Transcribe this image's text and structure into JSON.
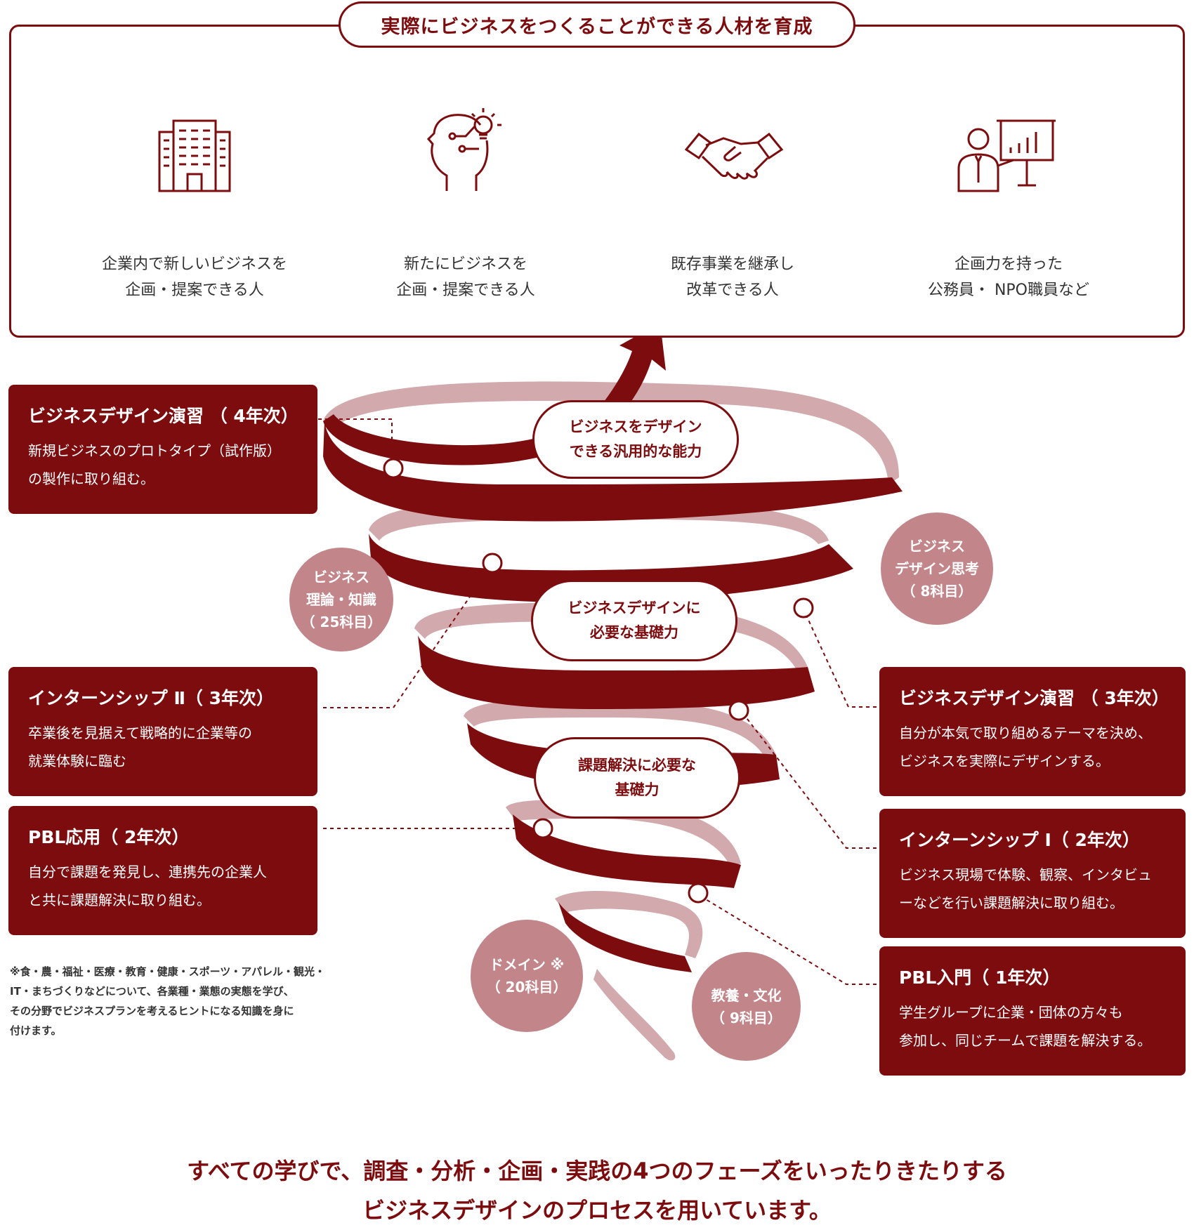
{
  "header": {
    "title": "実際にビジネスをつくることができる人材を育成"
  },
  "talents": [
    {
      "icon": "office-building-icon",
      "lines": [
        "企業内で新しいビジネスを",
        "企画・提案できる人"
      ]
    },
    {
      "icon": "head-idea-icon",
      "lines": [
        "新たにビジネスを",
        "企画・提案できる人"
      ]
    },
    {
      "icon": "handshake-icon",
      "lines": [
        "既存事業を継承し",
        "改革できる人"
      ]
    },
    {
      "icon": "presenter-chart-icon",
      "lines": [
        "企画力を持った",
        "公務員・ NPO職員など"
      ]
    }
  ],
  "pills": [
    {
      "lines": [
        "ビジネスをデザイン",
        "できる汎用的な能力"
      ]
    },
    {
      "lines": [
        "ビジネスデザインに",
        "必要な基礎力"
      ]
    },
    {
      "lines": [
        "課題解決に必要な",
        "基礎力"
      ]
    }
  ],
  "circles": [
    {
      "lines": [
        "ビジネス",
        "理論・知識",
        "（ 25科目）"
      ]
    },
    {
      "lines": [
        "ビジネス",
        "デザイン思考",
        "（ 8科目）"
      ]
    },
    {
      "lines": [
        "ドメイン ※",
        "（ 20科目）"
      ]
    },
    {
      "lines": [
        "教養・文化",
        "（ 9科目）"
      ]
    }
  ],
  "cards": [
    {
      "title": "ビジネスデザイン演習 （ 4年次）",
      "lines": [
        "新規ビジネスのプロトタイプ（試作版）",
        "の製作に取り組む。"
      ]
    },
    {
      "title": "インターンシップ Ⅱ（ 3年次）",
      "lines": [
        "卒業後を見据えて戦略的に企業等の",
        "就業体験に臨む"
      ]
    },
    {
      "title": "PBL応用（ 2年次）",
      "lines": [
        "自分で課題を発見し、連携先の企業人",
        "と共に課題解決に取り組む。"
      ]
    },
    {
      "title": "ビジネスデザイン演習 （ 3年次）",
      "lines": [
        "自分が本気で取り組めるテーマを決め、",
        "ビジネスを実際にデザインする。"
      ]
    },
    {
      "title": "インターンシップ Ⅰ（ 2年次）",
      "lines": [
        "ビジネス現場で体験、観察、インタビュ",
        "ーなどを行い課題解決に取り組む。"
      ]
    },
    {
      "title": "PBL入門（ 1年次）",
      "lines": [
        "学生グループに企業・団体の方々も",
        "参加し、同じチームで課題を解決する。"
      ]
    }
  ],
  "note": {
    "lines": [
      "※食・農・福祉・医療・教育・健康・スポーツ・アパレル・観光・",
      "IT・まちづくりなどについて、各業種・業態の実態を学び、",
      "その分野でビジネスプランを考えるヒントになる知識を身に",
      "付けます。"
    ]
  },
  "footer": {
    "line1": "すべての学びで、調査・分析・企画・実践の4つのフェーズをいったりきたりする",
    "line2": "ビジネスデザインのプロセスを用いています。"
  },
  "colors": {
    "primary": "#7d0c0f",
    "light": "#d2a9ac",
    "circle": "#c2858a"
  }
}
